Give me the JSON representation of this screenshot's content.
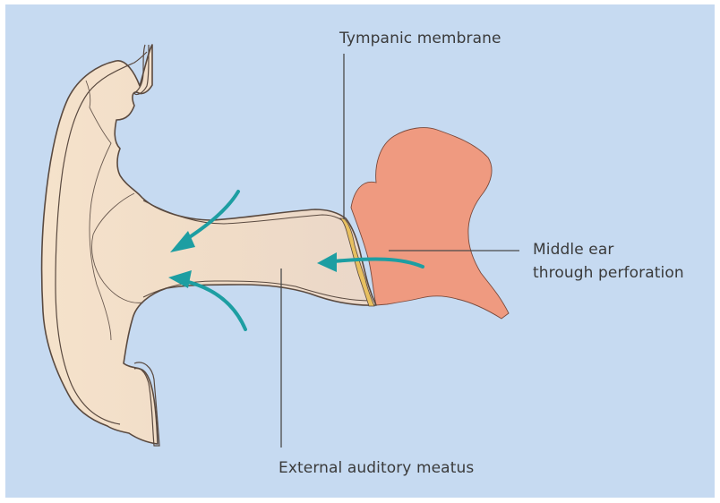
{
  "labels": {
    "tympanic_membrane": "Tympanic membrane",
    "middle_ear_line1": "Middle ear",
    "middle_ear_line2": "through perforation",
    "external_auditory_meatus": "External auditory meatus"
  },
  "colors": {
    "background": "#c6daf1",
    "outer_ear_fill": "#f3dcc2",
    "middle_ear_fill": "#ef9a80",
    "outline": "#5a4a40",
    "arrow": "#1d9ea2",
    "leader_line": "#4a4a4a"
  },
  "icons": {
    "arrows": [
      "discharge-arrow-icon",
      "discharge-arrow-icon",
      "discharge-arrow-icon"
    ]
  }
}
